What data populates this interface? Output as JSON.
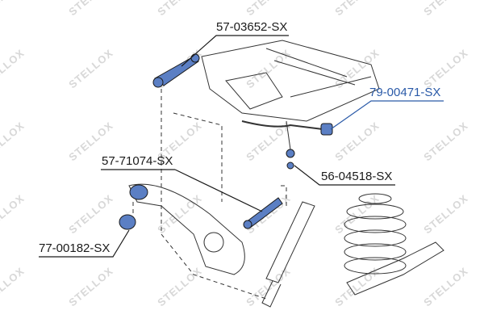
{
  "watermark": "STELLOX",
  "colors": {
    "part_highlight": "#5b7fc4",
    "highlight_label": "#2a5aa8",
    "line": "#1a1a1a",
    "watermark": "#d8d8d8"
  },
  "labels": [
    {
      "part": "57-03652-SX",
      "highlighted": false
    },
    {
      "part": "79-00471-SX",
      "highlighted": true
    },
    {
      "part": "57-71074-SX",
      "highlighted": false
    },
    {
      "part": "56-04518-SX",
      "highlighted": false
    },
    {
      "part": "77-00182-SX",
      "highlighted": false
    }
  ]
}
